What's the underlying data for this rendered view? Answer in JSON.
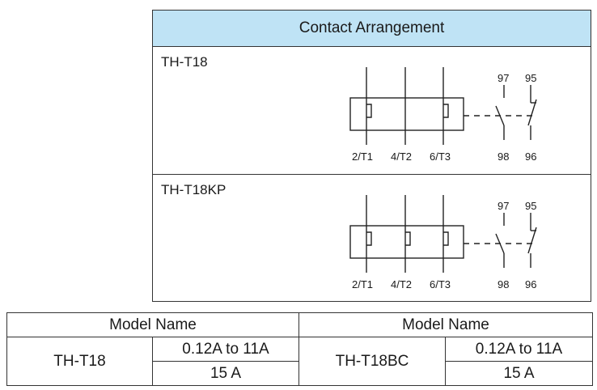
{
  "header": {
    "title": "Contact Arrangement"
  },
  "diagrams": [
    {
      "model": "TH-T18",
      "terminals": [
        "2/T1",
        "4/T2",
        "6/T3"
      ],
      "aux_top": [
        "97",
        "95"
      ],
      "aux_bottom": [
        "98",
        "96"
      ]
    },
    {
      "model": "TH-T18KP",
      "terminals": [
        "2/T1",
        "4/T2",
        "6/T3"
      ],
      "aux_top": [
        "97",
        "95"
      ],
      "aux_bottom": [
        "98",
        "96"
      ]
    }
  ],
  "table": {
    "header_left": "Model Name",
    "header_right": "Model Name",
    "left_model": "TH-T18",
    "left_values": [
      "0.12A to 11A",
      "15 A"
    ],
    "right_model": "TH-T18BC",
    "right_values": [
      "0.12A to 11A",
      "15 A"
    ]
  }
}
